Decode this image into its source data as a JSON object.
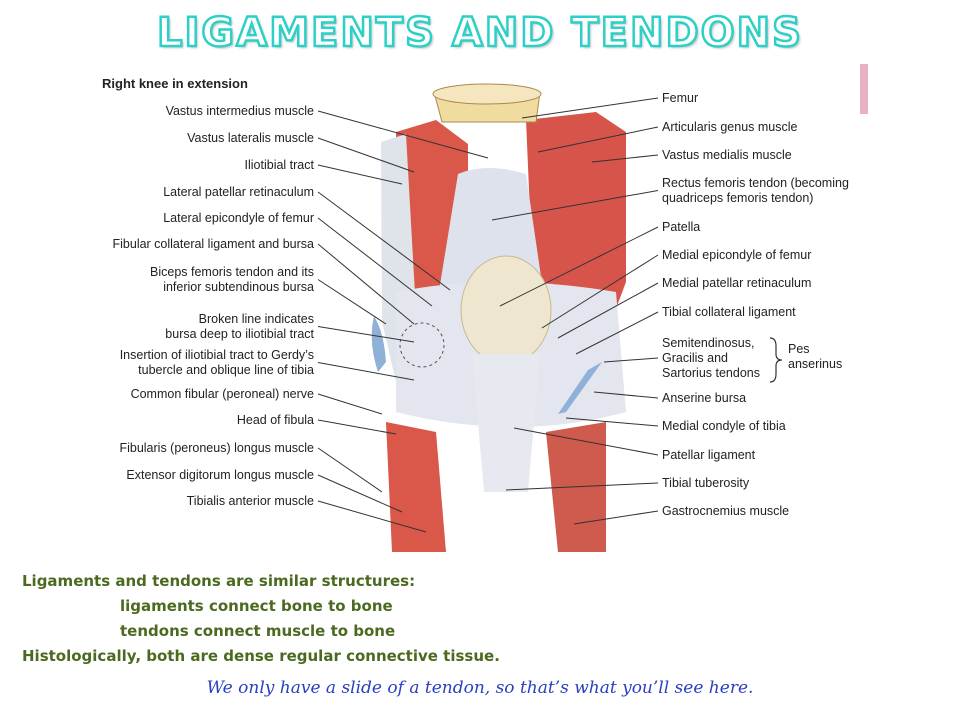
{
  "slide": {
    "title": "LIGAMENTS AND TENDONS",
    "note": "We only have a slide of a tendon, so that’s what you’ll see here."
  },
  "figure": {
    "title": "Right knee in extension",
    "left_labels": [
      [
        "Vastus intermedius muscle"
      ],
      [
        "Vastus lateralis muscle"
      ],
      [
        "Iliotibial tract"
      ],
      [
        "Lateral patellar retinaculum"
      ],
      [
        "Lateral epicondyle of femur"
      ],
      [
        "Fibular collateral ligament and bursa"
      ],
      [
        "Biceps femoris tendon and its",
        "inferior subtendinous bursa"
      ],
      [
        "Broken line indicates",
        "bursa deep to iliotibial tract"
      ],
      [
        "Insertion of iliotibial tract to Gerdy’s",
        "tubercle and oblique line of tibia"
      ],
      [
        "Common fibular (peroneal) nerve"
      ],
      [
        "Head of fibula"
      ],
      [
        "Fibularis (peroneus) longus muscle"
      ],
      [
        "Extensor digitorum longus muscle"
      ],
      [
        "Tibialis anterior muscle"
      ]
    ],
    "right_labels": [
      [
        "Femur"
      ],
      [
        "Articularis genus muscle"
      ],
      [
        "Vastus medialis muscle"
      ],
      [
        "Rectus femoris tendon (becoming",
        "quadriceps femoris tendon)"
      ],
      [
        "Patella"
      ],
      [
        "Medial epicondyle of femur"
      ],
      [
        "Medial patellar retinaculum"
      ],
      [
        "Tibial collateral ligament"
      ],
      [
        "Semitendinosus,",
        "Gracilis and",
        "Sartorius tendons"
      ],
      [
        "Anserine bursa"
      ],
      [
        "Medial condyle of tibia"
      ],
      [
        "Patellar ligament"
      ],
      [
        "Tibial tuberosity"
      ],
      [
        "Gastrocnemius muscle"
      ]
    ],
    "pes_label": [
      "Pes",
      "anserinus"
    ]
  },
  "body": {
    "line1": "Ligaments and tendons are similar structures:",
    "line2": "ligaments connect bone to bone",
    "line3": "tendons connect muscle to bone",
    "line4": "Histologically, both are dense regular connective tissue."
  },
  "colors": {
    "title_outline": "#2dd0c6",
    "body_text": "#4b6a1f",
    "note_text": "#2a3fc2",
    "muscle": "#d9584a",
    "tendon": "#d8dde8",
    "bone": "#f1dca0"
  }
}
